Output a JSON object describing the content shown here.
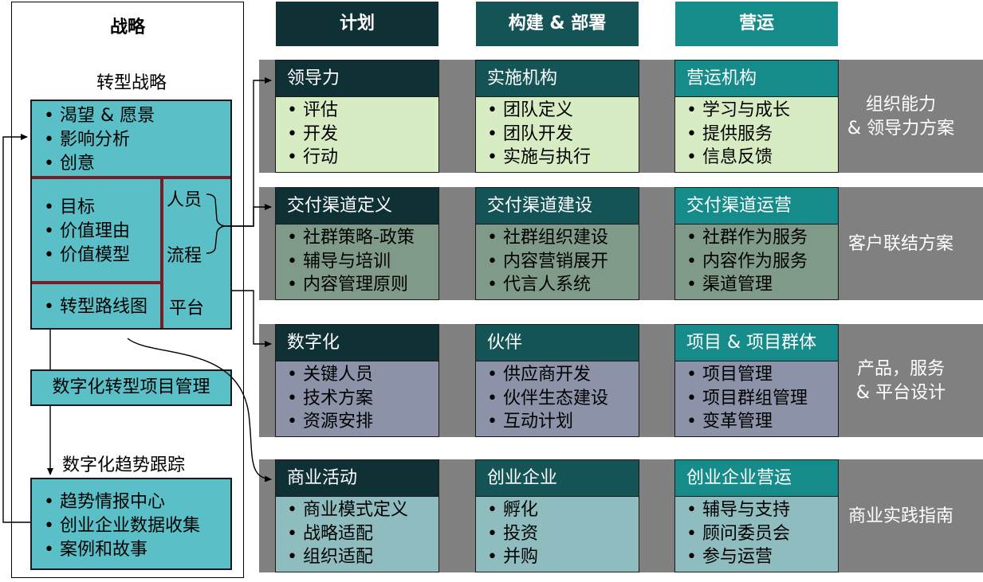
{
  "strategy": {
    "title": "战略",
    "transform_label": "转型战略",
    "box1_items": [
      "• 渴望 & 愿景",
      "• 影响分析",
      "• 创意"
    ],
    "box2_items": [
      "• 目标",
      "• 价值理由",
      "• 价值模型"
    ],
    "box3_items": [
      "• 转型路线图"
    ],
    "people": "人员",
    "process": "流程",
    "platform": "平台",
    "pm_label": "数字化转型项目管理",
    "trend_label": "数字化趋势跟踪",
    "trend_items": [
      "• 趋势情报中心",
      "• 创业企业数据收集",
      "• 案例和故事"
    ]
  },
  "headers": [
    "计划",
    "构建 & 部署",
    "营运"
  ],
  "colors": {
    "header_plan": "#0f3035",
    "header_build": "#145457",
    "header_operate": "#168c8a",
    "row_grey": "#808080",
    "cyan": "#5bbfc7",
    "maroon": "#7b1c24"
  },
  "rows": [
    {
      "label": "组织能力\n& 领导力方案",
      "body_color": "#d8ecc4",
      "cards": [
        {
          "title": "领导力",
          "items": [
            "• 评估",
            "• 开发",
            "• 行动"
          ]
        },
        {
          "title": "实施机构",
          "items": [
            "• 团队定义",
            "• 团队开发",
            "• 实施与执行"
          ]
        },
        {
          "title": "营运机构",
          "items": [
            "• 学习与成长",
            "• 提供服务",
            "• 信息反馈"
          ]
        }
      ]
    },
    {
      "label": "客户联结方案",
      "body_color": "#7f9a88",
      "cards": [
        {
          "title": "交付渠道定义",
          "items": [
            "• 社群策略-政策",
            "• 辅导与培训",
            "• 内容管理原则"
          ]
        },
        {
          "title": "交付渠道建设",
          "items": [
            "• 社群组织建设",
            "• 内容营销展开",
            "• 代言人系统"
          ]
        },
        {
          "title": "交付渠道运营",
          "items": [
            "• 社群作为服务",
            "• 内容作为服务",
            "• 渠道管理"
          ]
        }
      ]
    },
    {
      "label": "产品，服务\n& 平台设计",
      "body_color": "#8c92a8",
      "cards": [
        {
          "title": "数字化",
          "items": [
            "• 关键人员",
            "• 技术方案",
            "• 资源安排"
          ]
        },
        {
          "title": "伙伴",
          "items": [
            "• 供应商开发",
            "• 伙伴生态建设",
            "• 互动计划"
          ]
        },
        {
          "title": "项目 & 项目群体",
          "items": [
            "• 项目管理",
            "• 项目群组管理",
            "• 变革管理"
          ]
        }
      ]
    },
    {
      "label": "商业实践指南",
      "body_color": "#8fbcbe",
      "cards": [
        {
          "title": "商业活动",
          "items": [
            "• 商业模式定义",
            "• 战略适配",
            "• 组织适配"
          ]
        },
        {
          "title": "创业企业",
          "items": [
            "• 孵化",
            "• 投资",
            "• 并购"
          ]
        },
        {
          "title": "创业企业营运",
          "items": [
            "• 辅导与支持",
            "• 顾问委员会",
            "• 参与运营"
          ]
        }
      ]
    }
  ]
}
